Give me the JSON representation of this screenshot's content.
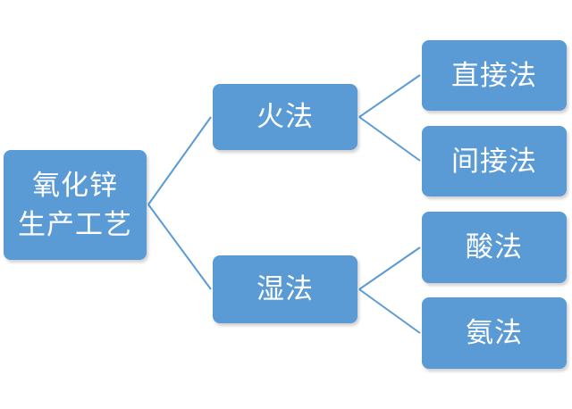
{
  "colors": {
    "node_fill": "#5b9bd5",
    "connector": "#5b9bd5",
    "text": "#ffffff"
  },
  "root": {
    "label": "氧化锌\n生产工艺"
  },
  "branches": [
    {
      "label": "火法",
      "children": [
        {
          "label": "直接法"
        },
        {
          "label": "间接法"
        }
      ]
    },
    {
      "label": "湿法",
      "children": [
        {
          "label": "酸法"
        },
        {
          "label": "氨法"
        }
      ]
    }
  ]
}
